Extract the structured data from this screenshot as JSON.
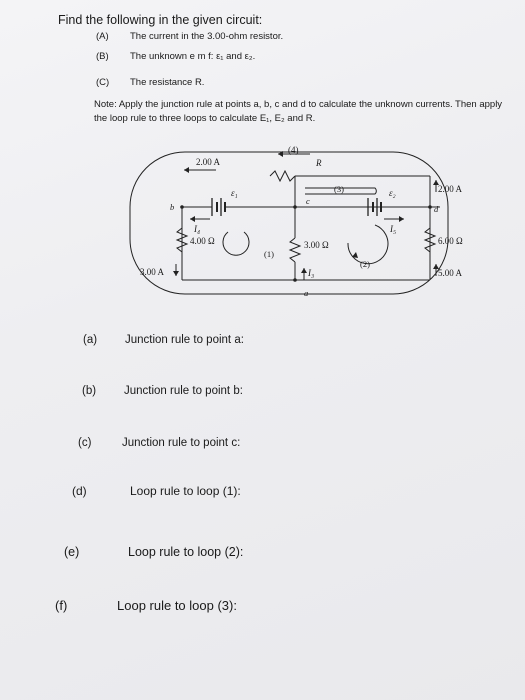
{
  "title": "Find the following in the given circuit:",
  "parts": [
    {
      "label": "(A)",
      "text": "The current in the 3.00-ohm resistor."
    },
    {
      "label": "(B)",
      "text": "The unknown e m f: ε₁ and ε₂."
    },
    {
      "label": "(C)",
      "text": "The resistance R."
    }
  ],
  "note": "Note: Apply the junction rule at points a, b, c and d to calculate the unknown currents. Then apply the loop rule to three loops to calculate E₁, E₂ and R.",
  "circuit": {
    "current_top": "2.00 A",
    "loop4": "(4)",
    "R": "R",
    "loop3": "(3)",
    "node_b": "b",
    "node_c": "c",
    "node_d": "d",
    "node_a": "a",
    "emf1": "ε₁",
    "emf2": "ε₂",
    "I4": "I₄",
    "I5": "I₅",
    "I3": "I₃",
    "r4": "4.00 Ω",
    "r3": "3.00 Ω",
    "r6": "6.00 Ω",
    "loop1": "(1)",
    "loop2": "(2)",
    "current_left": "3.00 A",
    "current_right_top": "2.00 A",
    "current_right_bottom": "5.00 A"
  },
  "questions": [
    {
      "label": "(a)",
      "text": "Junction rule to point a:"
    },
    {
      "label": "(b)",
      "text": "Junction rule to point b:"
    },
    {
      "label": "(c)",
      "text": "Junction rule to point c:"
    },
    {
      "label": "(d)",
      "text": "Loop rule to loop (1):"
    },
    {
      "label": "(e)",
      "text": "Loop rule to loop (2):"
    },
    {
      "label": "(f)",
      "text": "Loop rule to loop (3):"
    }
  ]
}
